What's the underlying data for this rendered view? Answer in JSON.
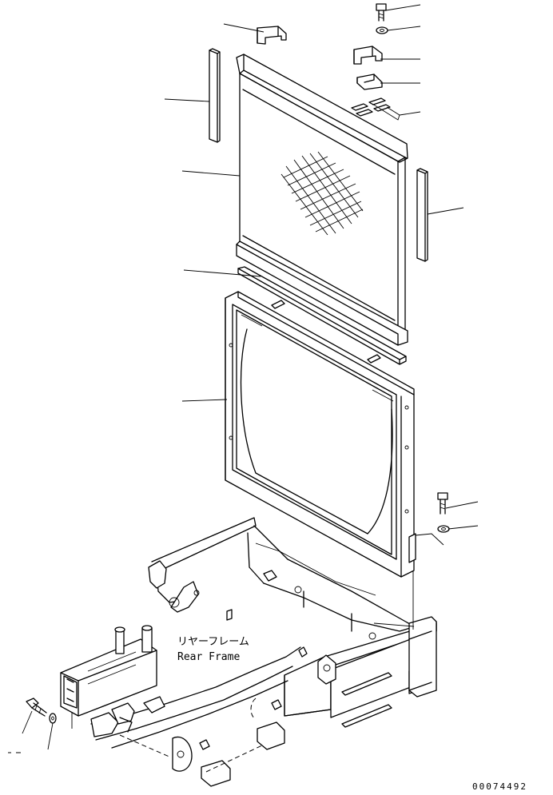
{
  "labels": {
    "rear_frame_jp": "リヤーフレーム",
    "rear_frame_en": "Rear Frame",
    "drawing_number": "00074492"
  }
}
